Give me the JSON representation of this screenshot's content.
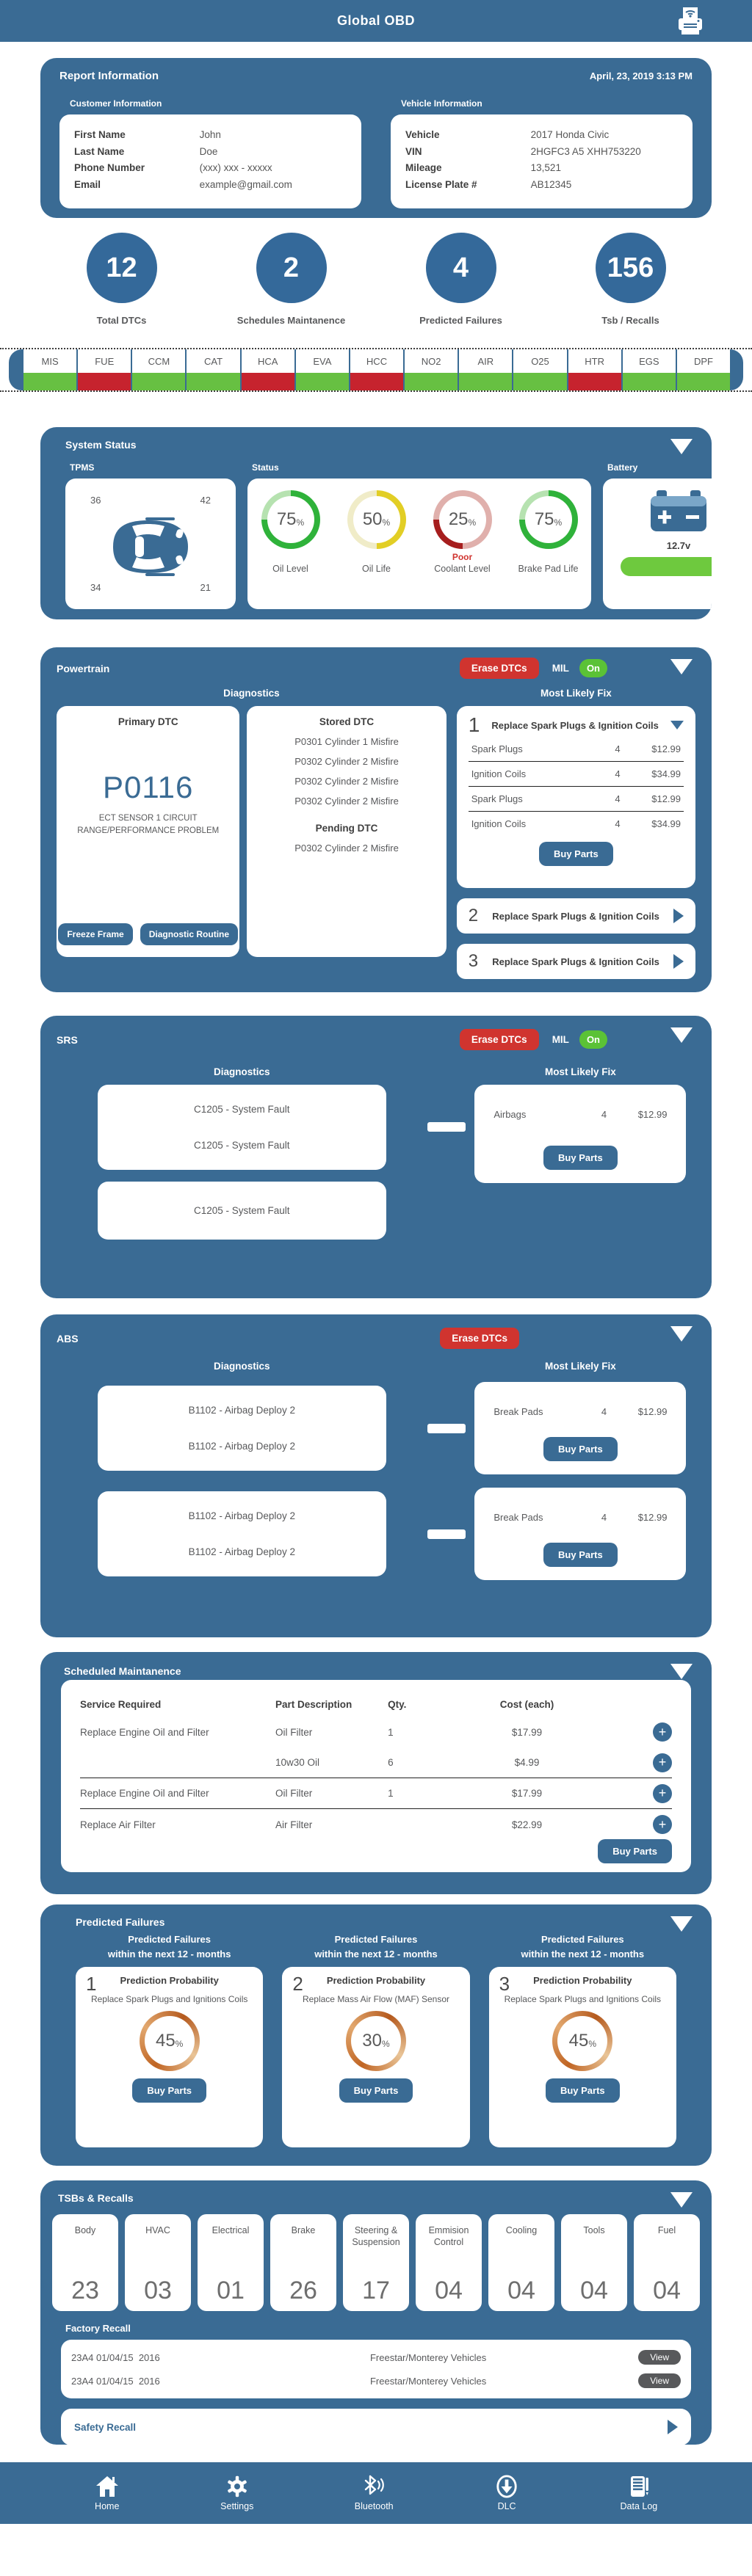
{
  "colors": {
    "panel_blue": "#3A6B94",
    "circle_blue": "#34699A",
    "erase_red": "#D0342F",
    "on_green": "#5BC236",
    "battery_bar_green": "#6EC93E",
    "monitor_green": "#67C042",
    "monitor_red": "#C6232E",
    "gauge_green": "#2FB23A",
    "gauge_yellow": "#E2CE25",
    "gauge_red": "#A61E1E",
    "prediction_orange": "#C06524",
    "poor_red": "#D0342F"
  },
  "app": {
    "title": "Global OBD"
  },
  "report": {
    "title": "Report Information",
    "datetime": "April, 23, 2019  3:13 PM",
    "customer": {
      "label": "Customer Information",
      "rows": [
        {
          "label": "First Name",
          "value": "John"
        },
        {
          "label": "Last Name",
          "value": "Doe"
        },
        {
          "label": "Phone Number",
          "value": "(xxx) xxx - xxxxx"
        },
        {
          "label": "Email",
          "value": "example@gmail.com"
        }
      ]
    },
    "vehicle": {
      "label": "Vehicle Information",
      "rows": [
        {
          "label": "Vehicle",
          "value": "2017 Honda Civic"
        },
        {
          "label": "VIN",
          "value": "2HGFC3 A5 XHH753220"
        },
        {
          "label": "Mileage",
          "value": "13,521"
        },
        {
          "label": "License Plate #",
          "value": "AB12345"
        }
      ]
    }
  },
  "summary": {
    "items": [
      {
        "value": "12",
        "label": "Total DTCs"
      },
      {
        "value": "2",
        "label": "Schedules Maintanence"
      },
      {
        "value": "4",
        "label": "Predicted Failures"
      },
      {
        "value": "156",
        "label": "Tsb / Recalls"
      }
    ]
  },
  "monitors": {
    "items": [
      {
        "code": "MIS",
        "status": "green"
      },
      {
        "code": "FUE",
        "status": "red"
      },
      {
        "code": "CCM",
        "status": "green"
      },
      {
        "code": "CAT",
        "status": "green"
      },
      {
        "code": "HCA",
        "status": "red"
      },
      {
        "code": "EVA",
        "status": "green"
      },
      {
        "code": "HCC",
        "status": "red"
      },
      {
        "code": "NO2",
        "status": "green"
      },
      {
        "code": "AIR",
        "status": "green"
      },
      {
        "code": "O25",
        "status": "green"
      },
      {
        "code": "HTR",
        "status": "red"
      },
      {
        "code": "EGS",
        "status": "green"
      },
      {
        "code": "DPF",
        "status": "green"
      }
    ]
  },
  "system_status": {
    "title": "System Status",
    "tpms": {
      "label": "TPMS",
      "front_left": "36",
      "front_right": "42",
      "rear_left": "34",
      "rear_right": "21"
    },
    "status": {
      "label": "Status",
      "gauges": [
        {
          "pct": 75,
          "unit": "%",
          "label": "Oil Level",
          "color": "green",
          "note": ""
        },
        {
          "pct": 50,
          "unit": "%",
          "label": "Oil Life",
          "color": "yellow",
          "note": ""
        },
        {
          "pct": 25,
          "unit": "%",
          "label": "Coolant Level",
          "color": "red",
          "note": "Poor"
        },
        {
          "pct": 75,
          "unit": "%",
          "label": "Brake Pad Life",
          "color": "green",
          "note": ""
        }
      ]
    },
    "battery": {
      "label": "Battery",
      "voltage": "12.7v"
    }
  },
  "powertrain": {
    "title": "Powertrain",
    "erase_label": "Erase DTCs",
    "mil_label": "MIL",
    "mil_state": "On",
    "diagnostics_label": "Diagnostics",
    "fix_label": "Most Likely Fix",
    "primary": {
      "title": "Primary DTC",
      "code": "P0116",
      "desc": "ECT SENSOR 1 CIRCUIT RANGE/PERFORMANCE PROBLEM",
      "freeze_btn": "Freeze Frame",
      "routine_btn": "Diagnostic Routine"
    },
    "stored": {
      "title": "Stored DTC",
      "items": [
        "P0301 Cylinder 1 Misfire",
        "P0302 Cylinder 2 Misfire",
        "P0302 Cylinder 2 Misfire",
        "P0302 Cylinder 2 Misfire"
      ]
    },
    "pending": {
      "title": "Pending DTC",
      "items": [
        "P0302 Cylinder 2 Misfire"
      ]
    },
    "fixes": [
      {
        "num": "1",
        "title": "Replace Spark Plugs & Ignition Coils",
        "parts": [
          {
            "name": "Spark Plugs",
            "qty": "4",
            "price": "$12.99"
          },
          {
            "name": "Ignition Coils",
            "qty": "4",
            "price": "$34.99"
          },
          {
            "name": "Spark Plugs",
            "qty": "4",
            "price": "$12.99"
          },
          {
            "name": "Ignition Coils",
            "qty": "4",
            "price": "$34.99"
          }
        ],
        "buy_label": "Buy Parts"
      },
      {
        "num": "2",
        "title": "Replace Spark Plugs & Ignition Coils"
      },
      {
        "num": "3",
        "title": "Replace Spark Plugs & Ignition Coils"
      }
    ]
  },
  "srs": {
    "title": "SRS",
    "erase_label": "Erase DTCs",
    "mil_label": "MIL",
    "mil_state": "On",
    "diagnostics_label": "Diagnostics",
    "fix_label": "Most Likely Fix",
    "fault_card_1": [
      "C1205 - System Fault",
      "C1205 - System Fault"
    ],
    "fault_card_2": [
      "C1205 - System Fault"
    ],
    "fix": {
      "name": "Airbags",
      "qty": "4",
      "price": "$12.99",
      "buy_label": "Buy Parts"
    }
  },
  "abs": {
    "title": "ABS",
    "erase_label": "Erase DTCs",
    "diagnostics_label": "Diagnostics",
    "fix_label": "Most Likely Fix",
    "groups": [
      {
        "faults": [
          "B1102 - Airbag Deploy 2",
          "B1102 - Airbag Deploy 2"
        ],
        "fix": {
          "name": "Break Pads",
          "qty": "4",
          "price": "$12.99",
          "buy_label": "Buy Parts"
        }
      },
      {
        "faults": [
          "B1102 - Airbag Deploy 2",
          "B1102 - Airbag Deploy 2"
        ],
        "fix": {
          "name": "Break Pads",
          "qty": "4",
          "price": "$12.99",
          "buy_label": "Buy Parts"
        }
      }
    ]
  },
  "maintenance": {
    "title": "Scheduled Maintanence",
    "headers": {
      "service": "Service Required",
      "part": "Part Description",
      "qty": "Qty.",
      "cost": "Cost (each)"
    },
    "rows": [
      {
        "service": "Replace Engine Oil and Filter",
        "part": "Oil Filter",
        "qty": "1",
        "cost": "$17.99"
      },
      {
        "service": "",
        "part": "10w30 Oil",
        "qty": "6",
        "cost": "$4.99"
      },
      {
        "service": "Replace Engine Oil and Filter",
        "part": "Oil Filter",
        "qty": "1",
        "cost": "$17.99"
      },
      {
        "service": "Replace Air Filter",
        "part": "Air Filter",
        "qty": "",
        "cost": "$22.99"
      }
    ],
    "buy_label": "Buy Parts"
  },
  "predicted": {
    "title": "Predicted Failures",
    "items": [
      {
        "num": "1",
        "header1": "Predicted Failures",
        "header2": "within the next 12 - months",
        "sub": "Prediction Probability",
        "desc": "Replace Spark Plugs and Ignitions Coils",
        "pct": "45",
        "unit": "%",
        "buy_label": "Buy Parts"
      },
      {
        "num": "2",
        "header1": "Predicted Failures",
        "header2": "within the next 12 - months",
        "sub": "Prediction Probability",
        "desc": "Replace Mass Air Flow (MAF) Sensor",
        "pct": "30",
        "unit": "%",
        "buy_label": "Buy Parts"
      },
      {
        "num": "3",
        "header1": "Predicted Failures",
        "header2": "within the next 12 - months",
        "sub": "Prediction Probability",
        "desc": "Replace Spark Plugs and Ignitions Coils",
        "pct": "45",
        "unit": "%",
        "buy_label": "Buy Parts"
      }
    ]
  },
  "tsbs": {
    "title": "TSBs & Recalls",
    "categories": [
      {
        "label": "Body",
        "count": "23"
      },
      {
        "label": "HVAC",
        "count": "03"
      },
      {
        "label": "Electrical",
        "count": "01"
      },
      {
        "label": "Brake",
        "count": "26"
      },
      {
        "label": "Steering & Suspension",
        "count": "17"
      },
      {
        "label": "Emmision Control",
        "count": "04"
      },
      {
        "label": "Cooling",
        "count": "04"
      },
      {
        "label": "Tools",
        "count": "04"
      },
      {
        "label": "Fuel",
        "count": "04"
      }
    ],
    "factory": {
      "label": "Factory Recall",
      "rows": [
        {
          "code": "23A4 01/04/15",
          "year": "2016",
          "desc": "Freestar/Monterey Vehicles",
          "view_label": "View"
        },
        {
          "code": "23A4 01/04/15",
          "year": "2016",
          "desc": "Freestar/Monterey Vehicles",
          "view_label": "View"
        }
      ]
    },
    "safety": {
      "label": "Safety Recall"
    }
  },
  "nav": {
    "items": [
      {
        "label": "Home"
      },
      {
        "label": "Settings"
      },
      {
        "label": "Bluetooth"
      },
      {
        "label": "DLC"
      },
      {
        "label": "Data Log"
      }
    ]
  }
}
